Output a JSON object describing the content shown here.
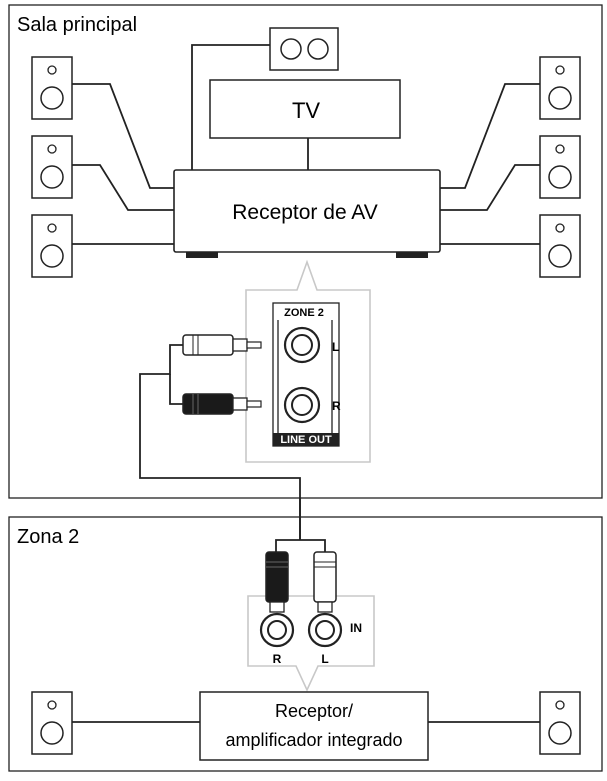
{
  "main_room": {
    "title": "Sala principal",
    "tv_label": "TV",
    "receiver_label": "Receptor de AV",
    "panel": {
      "top_label": "ZONE 2",
      "left_label": "L",
      "right_label": "R",
      "bottom_label": "LINE OUT"
    }
  },
  "zone2": {
    "title": "Zona 2",
    "amp_line1": "Receptor/",
    "amp_line2": "amplificador integrado",
    "jacks": {
      "in_label": "IN",
      "right_label": "R",
      "left_label": "L"
    }
  }
}
